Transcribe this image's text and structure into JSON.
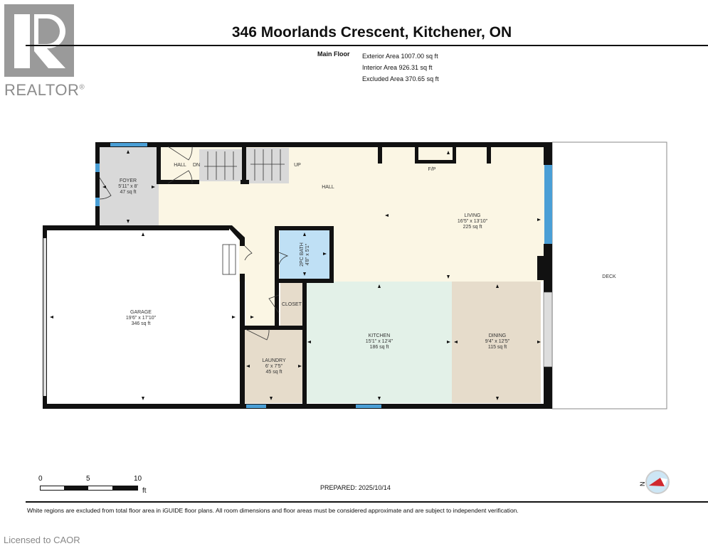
{
  "logo": {
    "brand": "REALTOR",
    "mark": "®"
  },
  "header": {
    "title": "346 Moorlands Crescent, Kitchener, ON",
    "floor": "Main Floor",
    "areas": [
      "Exterior Area 1007.00 sq ft",
      "Interior Area 926.31 sq ft",
      "Excluded Area 370.65 sq ft"
    ]
  },
  "rooms": {
    "foyer": {
      "name": "FOYER",
      "dims": "5'11\" x 8'",
      "area": "47 sq ft"
    },
    "hall_small": {
      "name": "HALL"
    },
    "stairs_down": {
      "name": "DN"
    },
    "stairs_up": {
      "name": "UP"
    },
    "hall": {
      "name": "HALL"
    },
    "fireplace": {
      "name": "F/P"
    },
    "living": {
      "name": "LIVING",
      "dims": "16'5\" x 13'10\"",
      "area": "225 sq ft"
    },
    "bath": {
      "name": "2PC BATH",
      "dims": "4'8\" x 5'1\""
    },
    "closet": {
      "name": "CLOSET"
    },
    "garage": {
      "name": "GARAGE",
      "dims": "19'6\" x 17'10\"",
      "area": "346 sq ft"
    },
    "laundry": {
      "name": "LAUNDRY",
      "dims": "6' x 7'5\"",
      "area": "45 sq ft"
    },
    "kitchen": {
      "name": "KITCHEN",
      "dims": "15'1\" x 12'4\"",
      "area": "186 sq ft"
    },
    "dining": {
      "name": "DINING",
      "dims": "9'4\" x 12'5\"",
      "area": "115 sq ft"
    },
    "deck": {
      "name": "DECK"
    }
  },
  "colors": {
    "wall": "#111111",
    "hall": "#fbf6e4",
    "foyer": "#d9d9d9",
    "bath": "#bfe0f5",
    "kitchen": "#e3f1e8",
    "dining": "#e6dccb",
    "laundry": "#e6dccb",
    "window": "#4a9fd6",
    "stairs": "#d9d9d9"
  },
  "scale": {
    "ticks": [
      "0",
      "5",
      "10"
    ],
    "unit": "ft"
  },
  "footer": {
    "prepared": "PREPARED: 2025/10/14",
    "disclaimer": "White regions are excluded from total floor area in iGUIDE floor plans. All room dimensions and floor areas must be considered approximate and are subject to independent verification.",
    "licensed": "Licensed to CAOR",
    "compass_label": "N"
  }
}
